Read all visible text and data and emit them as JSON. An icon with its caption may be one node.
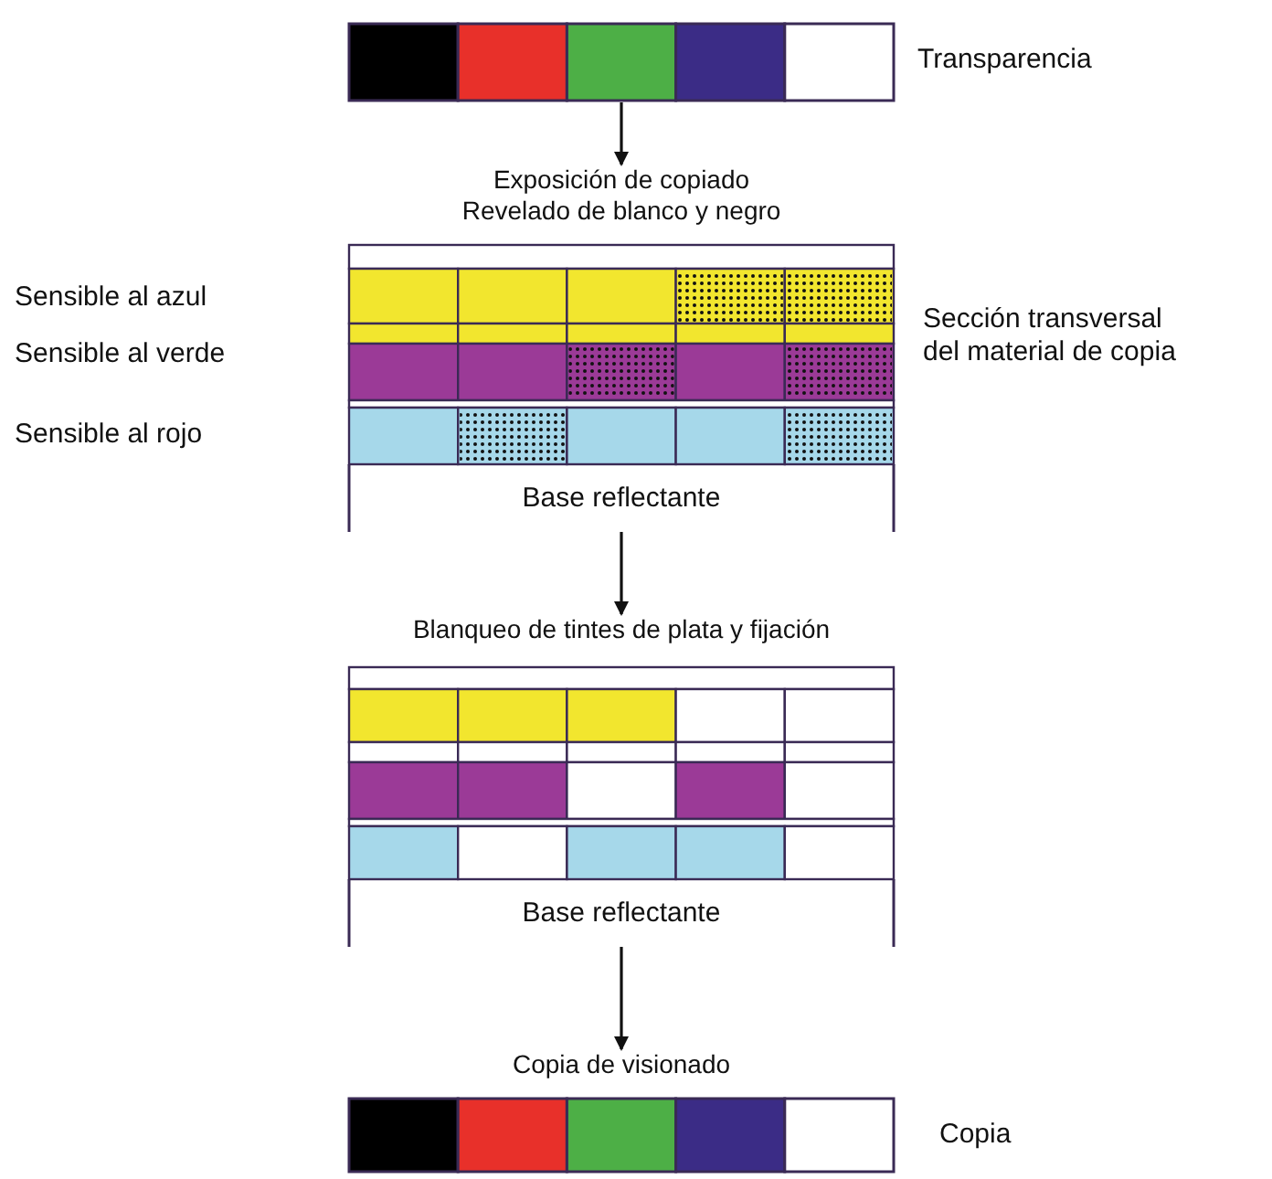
{
  "diagram": {
    "nodes": [
      {
        "text": [],
        "shape": "bar",
        "beside": [
          "Transparencia"
        ]
      },
      {
        "text": [
          "Exposición de copiado Revelado de blanco y negro",
          "Base reflectante"
        ],
        "beside": [
          "Sección transversal del material de copia"
        ]
      },
      {
        "text": [
          "Blanqueo de tintes de plata y fijación",
          "Base reflectante"
        ]
      },
      {
        "text": [
          "Copia de visionado"
        ],
        "beside": [
          "Copia"
        ]
      }
    ],
    "edges": [
      {
        "from": 0,
        "to": 1,
        "arrow": "to"
      },
      {
        "from": 1,
        "to": 2,
        "arrow": "to"
      },
      {
        "from": 2,
        "to": 3,
        "arrow": "to"
      }
    ],
    "labels": [
      "Sensible al azul",
      "Sensible al verde",
      "Sensible al rojo"
    ]
  }
}
